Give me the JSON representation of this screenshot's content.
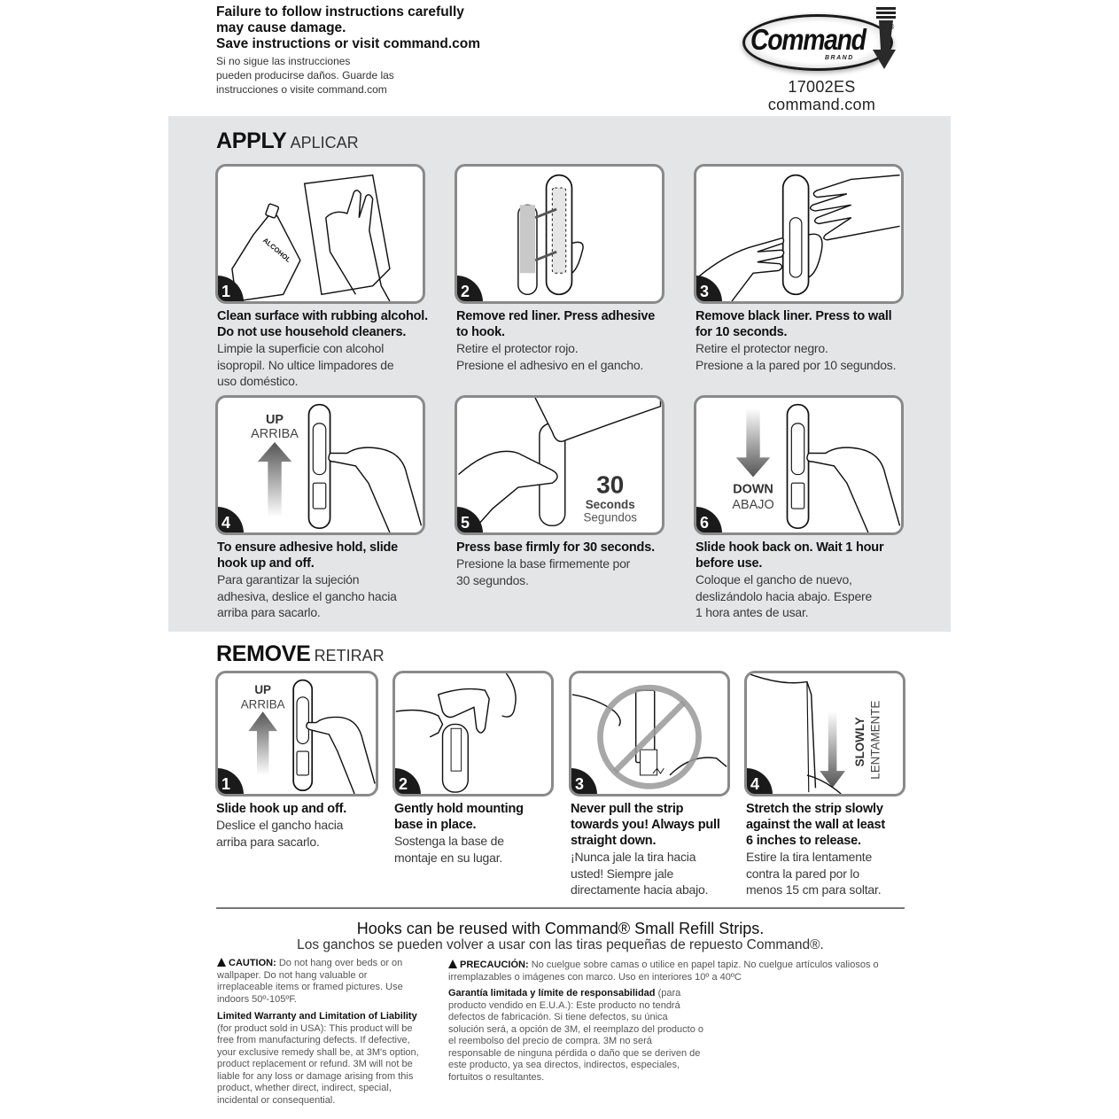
{
  "header": {
    "warning_en": [
      "Failure to follow instructions carefully",
      "may cause damage.",
      "Save instructions or visit command.com"
    ],
    "warning_es": [
      "Si no sigue las instrucciones",
      "pueden producirse daños. Guarde las",
      "instrucciones o visite command.com"
    ],
    "logo": {
      "text": "Command",
      "brand": "BRAND",
      "reg": "®"
    },
    "sku": "17002ES",
    "website": "command.com"
  },
  "apply": {
    "title_en": "APPLY",
    "title_es": "APLICAR",
    "panel_color": "#e4e5e6",
    "steps": [
      {
        "num": "1",
        "illustration": "alcohol-bottle-and-cloth",
        "bottle_label": "ALCOHOL",
        "en": [
          "Clean surface with rubbing alcohol.",
          "Do not use household cleaners."
        ],
        "es": [
          "Limpie la superficie con alcohol",
          "isopropil. No ultice limpadores de",
          "uso doméstico."
        ]
      },
      {
        "num": "2",
        "illustration": "strip-to-hook",
        "en": [
          "Remove red liner. Press adhesive",
          "to hook."
        ],
        "es": [
          "Retire el protector rojo.",
          "Presione el adhesivo en el gancho."
        ]
      },
      {
        "num": "3",
        "illustration": "press-hook-to-wall",
        "en": [
          "Remove black liner. Press to wall",
          "for 10 seconds."
        ],
        "es": [
          "Retire el protector negro.",
          "Presione a la pared por 10 segundos."
        ]
      },
      {
        "num": "4",
        "illustration": "slide-hook-up",
        "arrow_en": "UP",
        "arrow_es": "ARRIBA",
        "en": [
          "To ensure adhesive hold, slide",
          "hook up and off."
        ],
        "es": [
          "Para garantizar la sujeción",
          "adhesiva, deslice el gancho hacia",
          "arriba para sacarlo."
        ]
      },
      {
        "num": "5",
        "illustration": "press-base",
        "count": "30",
        "unit_en": "Seconds",
        "unit_es": "Segundos",
        "en": [
          "Press base firmly for 30 seconds."
        ],
        "es": [
          "Presione la base firmemente por",
          "30 segundos."
        ]
      },
      {
        "num": "6",
        "illustration": "slide-hook-down",
        "arrow_en": "DOWN",
        "arrow_es": "ABAJO",
        "en": [
          "Slide hook back on. Wait 1 hour",
          "before use."
        ],
        "es": [
          "Coloque el gancho de nuevo,",
          "deslizándolo hacia abajo. Espere",
          "1 hora antes de usar."
        ]
      }
    ]
  },
  "remove": {
    "title_en": "REMOVE",
    "title_es": "RETIRAR",
    "steps": [
      {
        "num": "1",
        "illustration": "slide-hook-up",
        "arrow_en": "UP",
        "arrow_es": "ARRIBA",
        "en": [
          "Slide hook up and off."
        ],
        "es": [
          "Deslice el gancho hacia",
          "arriba para sacarlo."
        ]
      },
      {
        "num": "2",
        "illustration": "hold-base",
        "en": [
          "Gently hold mounting",
          "base in place."
        ],
        "es": [
          "Sostenga la base de",
          "montaje en su lugar."
        ]
      },
      {
        "num": "3",
        "illustration": "do-not-pull-outward",
        "en": [
          "Never pull the strip",
          "towards you! Always pull",
          "straight down."
        ],
        "es": [
          "¡Nunca jale la tira hacia",
          "usted! Siempre jale",
          "directamente hacia abajo."
        ]
      },
      {
        "num": "4",
        "illustration": "stretch-strip-down",
        "arrow_en": "SLOWLY",
        "arrow_es": "LENTAMENTE",
        "en": [
          "Stretch the strip slowly",
          "against the wall at least",
          "6 inches to release."
        ],
        "es": [
          "Estire la tira lentamente",
          "contra la pared por lo",
          "menos 15 cm para soltar."
        ]
      }
    ]
  },
  "footer": {
    "reuse_en": "Hooks can be reused with Command® Small Refill Strips.",
    "reuse_es": "Los ganchos se pueden volver a usar con las tiras pequeñas de repuesto Command®.",
    "caution_en_label": "CAUTION:",
    "caution_en_text": "Do not hang over beds or on wallpaper. Do not hang valuable or irreplaceable items or framed pictures. Use indoors 50º-105ºF.",
    "warranty_en_label": "Limited Warranty and Limitation of Liability",
    "warranty_en_text": "(for product sold in USA): This product will be free from manufacturing defects. If defective, your exclusive remedy shall be, at 3M's option, product replacement or refund. 3M will not be liable for any loss or damage arising from this product, whether direct, indirect, special, incidental or consequential.",
    "caution_es_label": "PRECAUCIÓN:",
    "caution_es_text": "No cuelgue sobre camas o utilice en papel tapiz. No cuelgue artículos valiosos o irremplazables o imágenes con marco. Uso en interiores 10º a 40ºC",
    "warranty_es_label": "Garantía limitada y límite de responsabilidad",
    "warranty_es_text": "(para producto vendido en E.U.A.): Este producto no tendrá defectos de fabricación. Si tiene defectos, su única solución será, a opción de 3M, el reemplazo del producto o el reembolso del precio de compra. 3M no será responsable de ninguna pérdida o daño que se deriven de este producto, ya sea directos, indirectos, especiales, fortuitos o resultantes."
  }
}
